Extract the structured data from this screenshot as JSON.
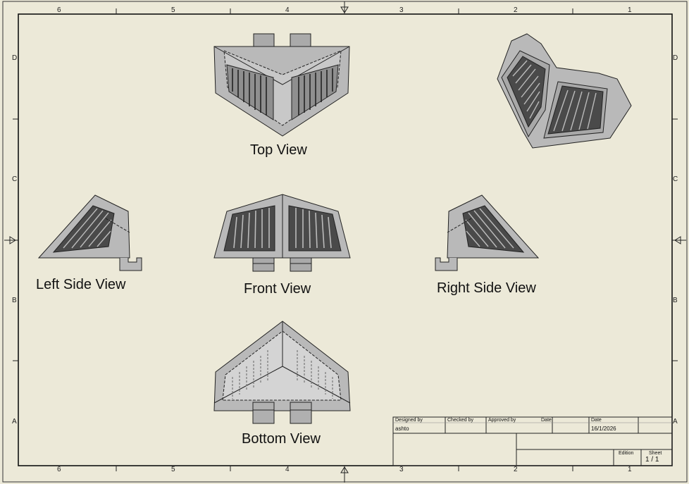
{
  "drawing": {
    "background": "#ece9d8",
    "part_fill": "#b9b9b9",
    "slot_fill": "#4a4a4a",
    "zones_columns": [
      "6",
      "5",
      "4",
      "3",
      "2",
      "1"
    ],
    "zones_rows": [
      "D",
      "C",
      "B",
      "A"
    ]
  },
  "views": {
    "top": "Top View",
    "front": "Front View",
    "left": "Left Side View",
    "right": "Right Side View",
    "bottom": "Bottom View"
  },
  "title_block": {
    "designed_by_label": "Designed by",
    "designed_by_value": "ashto",
    "checked_by_label": "Checked by",
    "approved_by_label": "Approved by",
    "date_label_1": "Date",
    "date_label_2": "Date",
    "date_value": "16/1/2026",
    "edition_label": "Edition",
    "sheet_label": "Sheet",
    "sheet_value": "1 / 1"
  }
}
